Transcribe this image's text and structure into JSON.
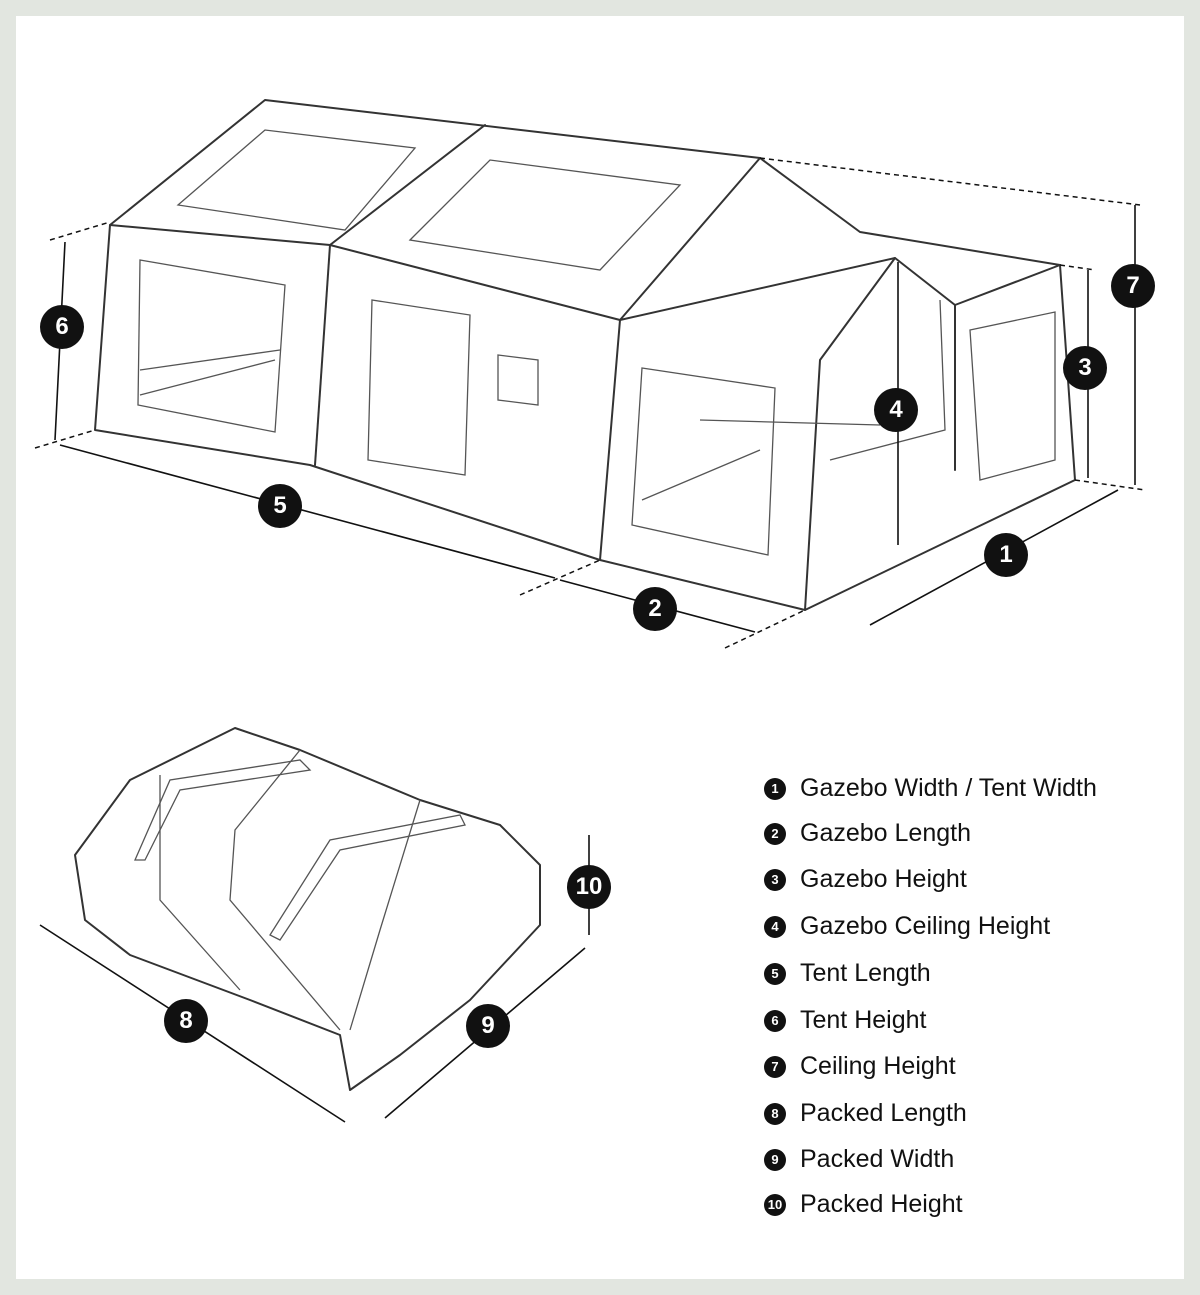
{
  "badges": [
    "1",
    "2",
    "3",
    "4",
    "5",
    "6",
    "7",
    "8",
    "9",
    "10"
  ],
  "legend": [
    {
      "num": "1",
      "label": "Gazebo Width / Tent Width"
    },
    {
      "num": "2",
      "label": "Gazebo Length"
    },
    {
      "num": "3",
      "label": "Gazebo Height"
    },
    {
      "num": "4",
      "label": "Gazebo Ceiling Height"
    },
    {
      "num": "5",
      "label": "Tent Length"
    },
    {
      "num": "6",
      "label": "Tent Height"
    },
    {
      "num": "7",
      "label": "Ceiling Height"
    },
    {
      "num": "8",
      "label": "Packed Length"
    },
    {
      "num": "9",
      "label": "Packed Width"
    },
    {
      "num": "10",
      "label": "Packed Height"
    }
  ],
  "colors": {
    "frame": "#e2e6e0",
    "badge": "#111111"
  }
}
